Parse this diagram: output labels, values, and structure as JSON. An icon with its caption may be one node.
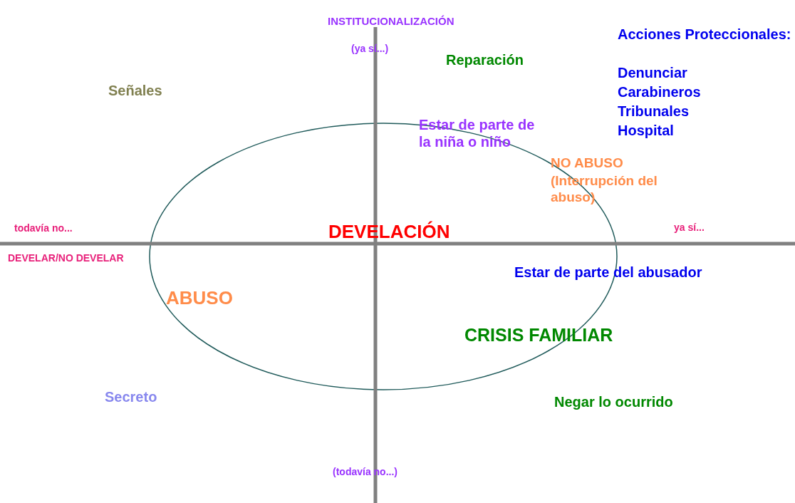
{
  "diagram": {
    "labels": [
      "INSTITUCIONALIZACIÓN",
      "Acciones Proteccionales:",
      "Denunciar",
      "Carabineros",
      "Tribunales",
      "Hospital",
      "(ya sí...)",
      "Reparación",
      "Señales",
      "Estar de parte de la niña o niño",
      "NO ABUSO",
      "(Interrupción del abuso)",
      "todavía no...",
      "DEVELACIÓN",
      "ya sí...",
      "DEVELAR/NO DEVELAR",
      "Estar de parte del abusador",
      "ABUSO",
      "CRISIS FAMILIAR",
      "Secreto",
      "Negar lo ocurrido",
      "(todavía no...)"
    ]
  }
}
